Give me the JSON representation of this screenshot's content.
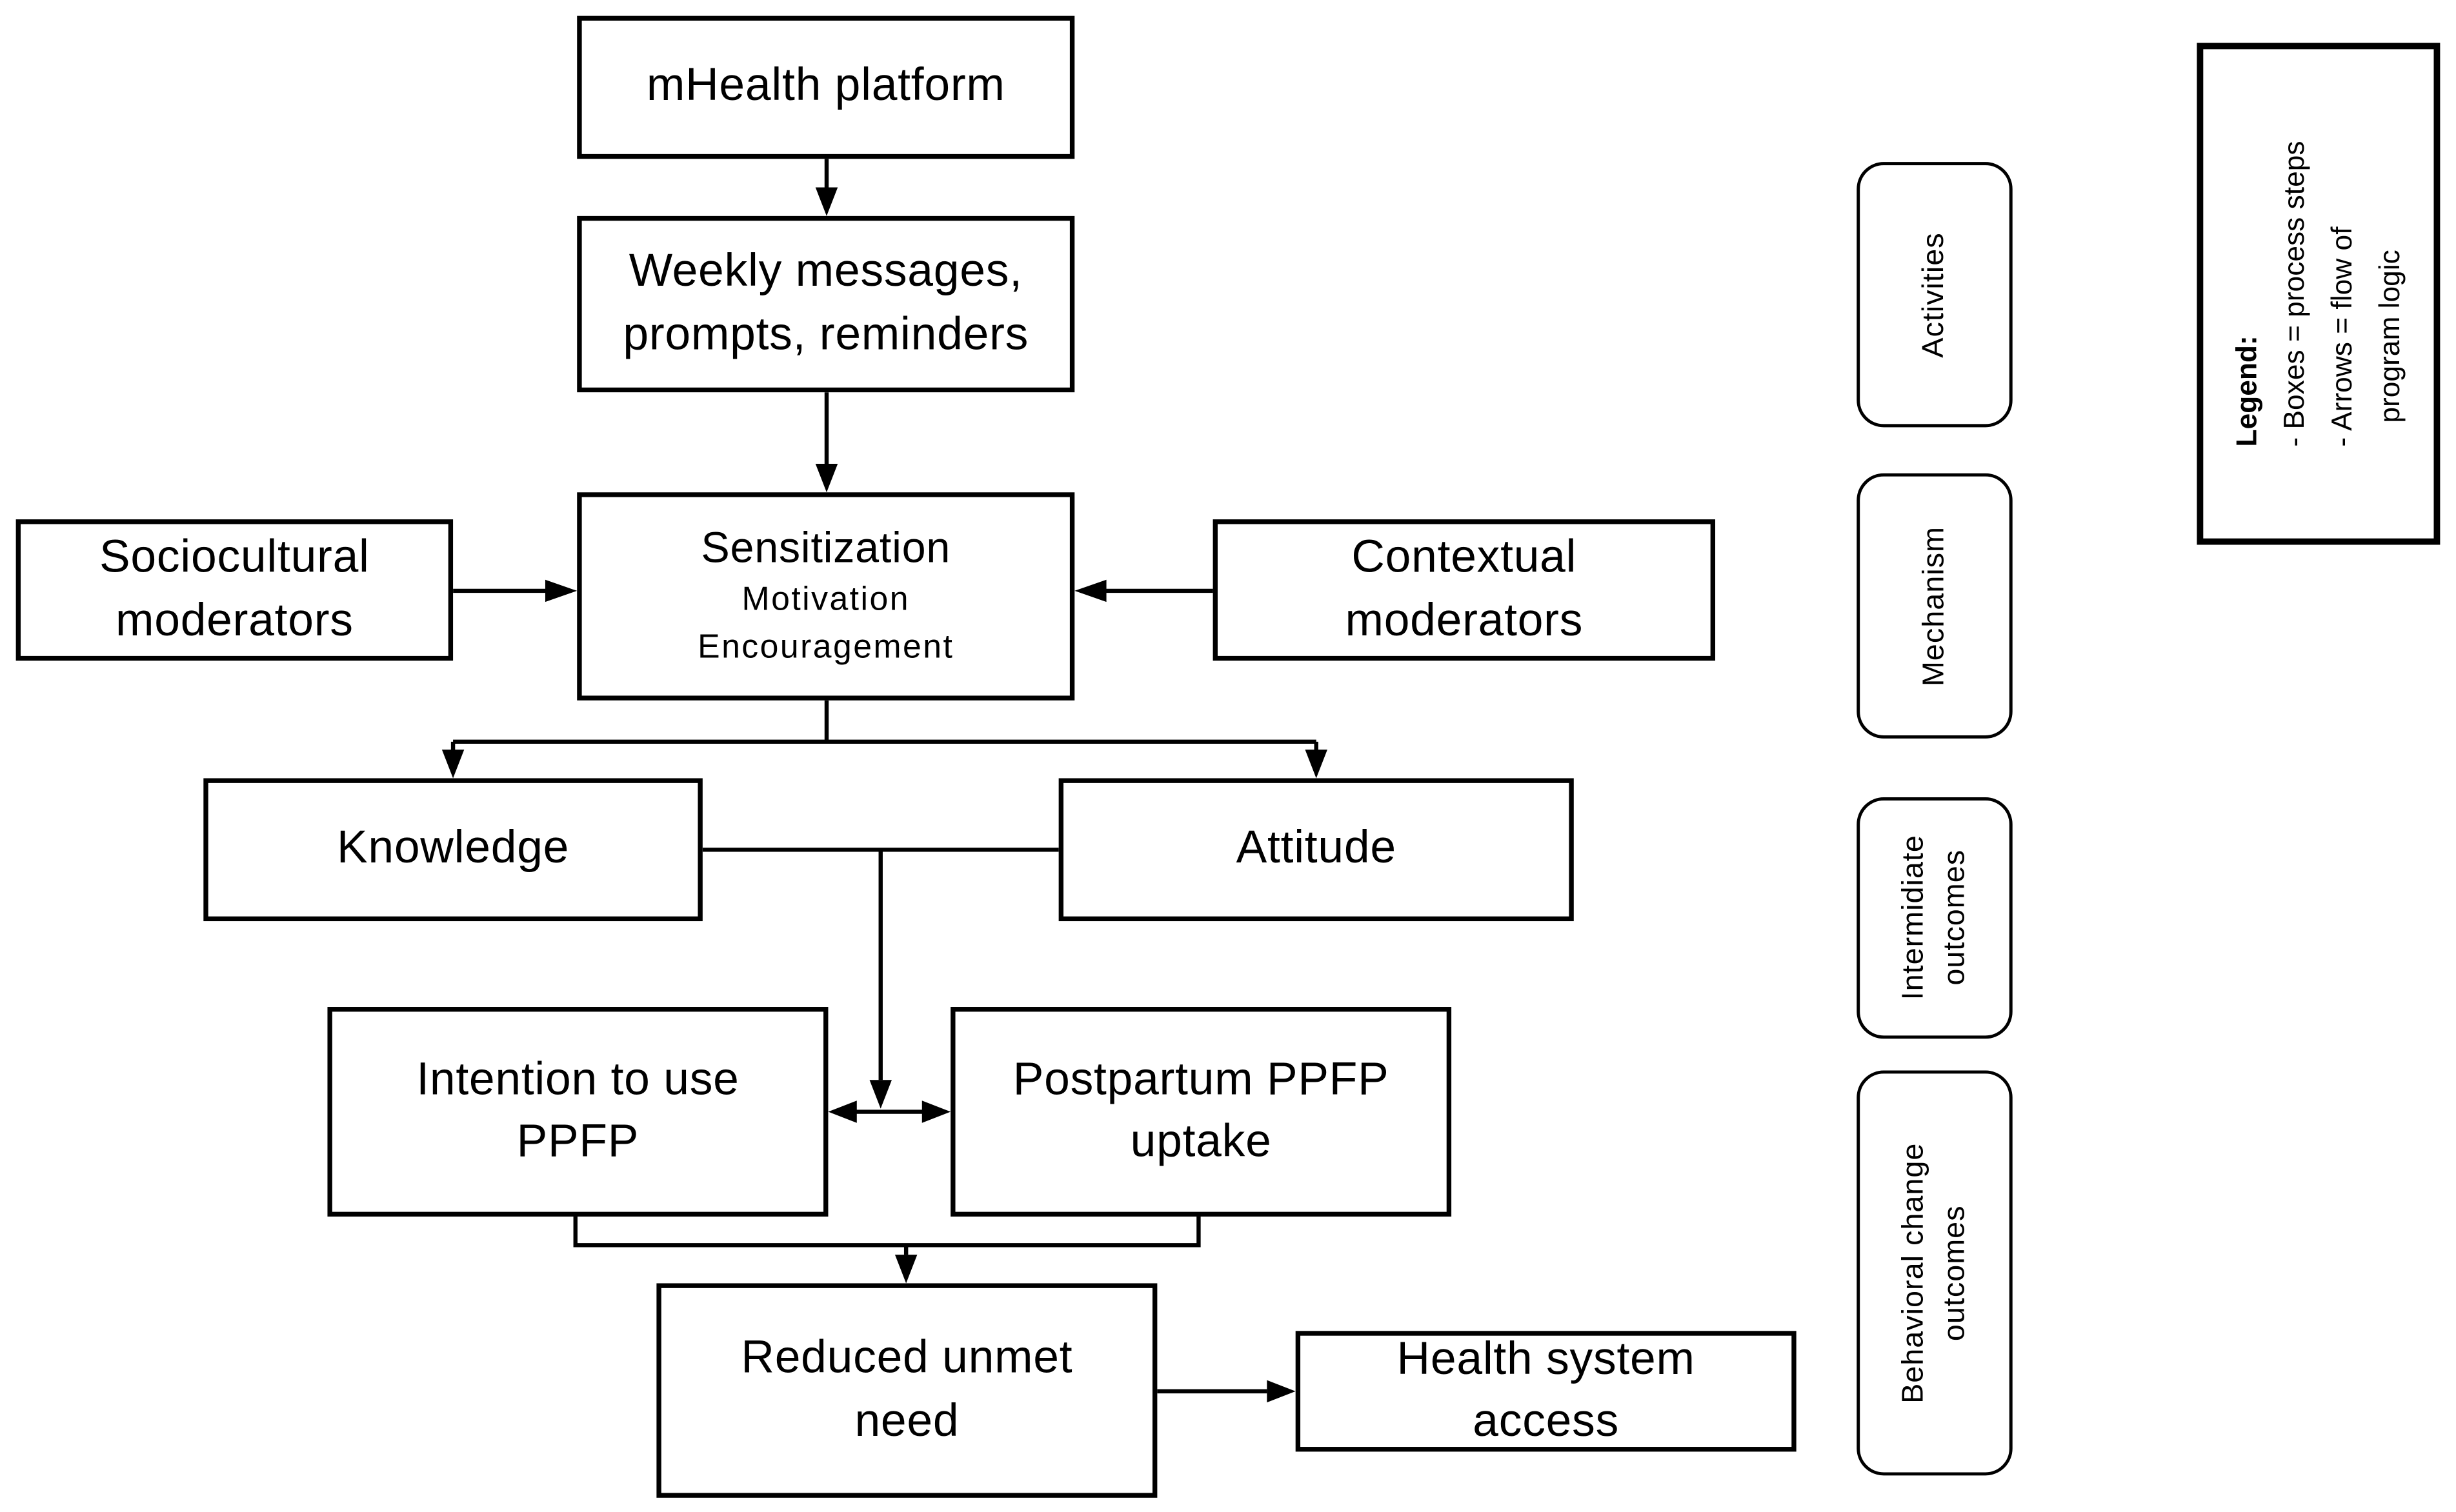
{
  "page": {
    "background": "#ffffff",
    "ink": "#000000"
  },
  "flow": {
    "mhealth": {
      "label": "mHealth platform"
    },
    "weekly": {
      "line1": "Weekly messages,",
      "line2": "prompts, reminders"
    },
    "sensitization": {
      "title": "Sensitization",
      "sub1": "Motivation",
      "sub2": "Encouragement"
    },
    "sociocultural": {
      "line1": "Sociocultural",
      "line2": "moderators"
    },
    "contextual": {
      "line1": "Contextual",
      "line2": "moderators"
    },
    "knowledge": {
      "label": "Knowledge"
    },
    "attitude": {
      "label": "Attitude"
    },
    "intention": {
      "line1": "Intention to use",
      "line2": "PPFP"
    },
    "postpartum": {
      "line1": "Postpartum PPFP",
      "line2": "uptake"
    },
    "reduced": {
      "line1": "Reduced unmet",
      "line2": "need"
    },
    "health": {
      "line1": "Health system",
      "line2": "access"
    }
  },
  "stages": {
    "activities": {
      "label": "Activities"
    },
    "mechanism": {
      "label": "Mechanism"
    },
    "intermediate": {
      "line1": "Intermidiate",
      "line2": "outcomes"
    },
    "behavioral": {
      "line1": "Behavioral change",
      "line2": "outcomes"
    }
  },
  "legend": {
    "title": "Legend:",
    "item1": "- Boxes = process steps",
    "item2": "- Arrows = flow of",
    "item3": "program logic"
  }
}
